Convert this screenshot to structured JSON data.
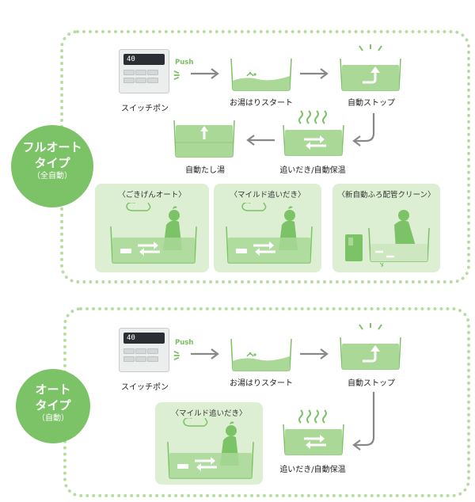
{
  "full_auto": {
    "title_line1": "フルオート",
    "title_line2": "タイプ",
    "sub": "（全自動）",
    "push_label": "Push",
    "remote_display": "40",
    "steps": {
      "switch_on": "スイッチポン",
      "hot_water_restart": "お湯はりスタート",
      "auto_stop": "自動ストップ",
      "reheat_keep_warm": "追いだき/自動保温",
      "auto_refill": "自動たし湯"
    },
    "scenes": {
      "gokigen": "〈ごきげんオート〉",
      "mild": "〈マイルド追いだき〉",
      "pipe_clean": "〈新自動ふろ配管クリーン〉"
    }
  },
  "auto": {
    "title_line1": "オート",
    "title_line2": "タイプ",
    "sub": "（自動）",
    "push_label": "Push",
    "remote_display": "40",
    "steps": {
      "switch_on": "スイッチポン",
      "hot_water_restart": "お湯はりスタート",
      "auto_stop": "自動ストップ",
      "reheat_keep_warm": "追いだき/自動保温"
    },
    "scenes": {
      "mild": "〈マイルド追いだき〉"
    }
  },
  "colors": {
    "accent": "#7cc266",
    "border": "#b7dca1",
    "water": "#a9d897",
    "arrow": "#888888",
    "scene_bg": "#dcefd2"
  }
}
